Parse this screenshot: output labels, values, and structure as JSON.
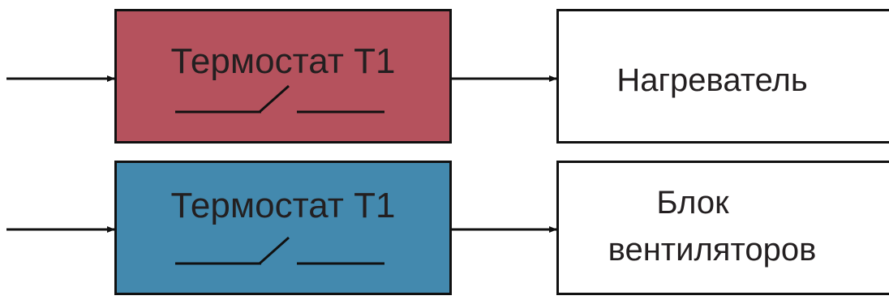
{
  "colors": {
    "heater_thermostat_fill": "#b5525d",
    "fan_thermostat_fill": "#4389ae",
    "device_fill": "#ffffff",
    "line": "#111111"
  },
  "rows": [
    {
      "thermostat": {
        "label": "Термостат Т1",
        "switch_symbol": "normally-open-contact"
      },
      "device": {
        "label_line1": "Нагреватель",
        "label_line2": ""
      }
    },
    {
      "thermostat": {
        "label": "Термостат Т1",
        "switch_symbol": "normally-open-contact"
      },
      "device": {
        "label_line1": "Блок",
        "label_line2": "вентиляторов"
      }
    }
  ]
}
